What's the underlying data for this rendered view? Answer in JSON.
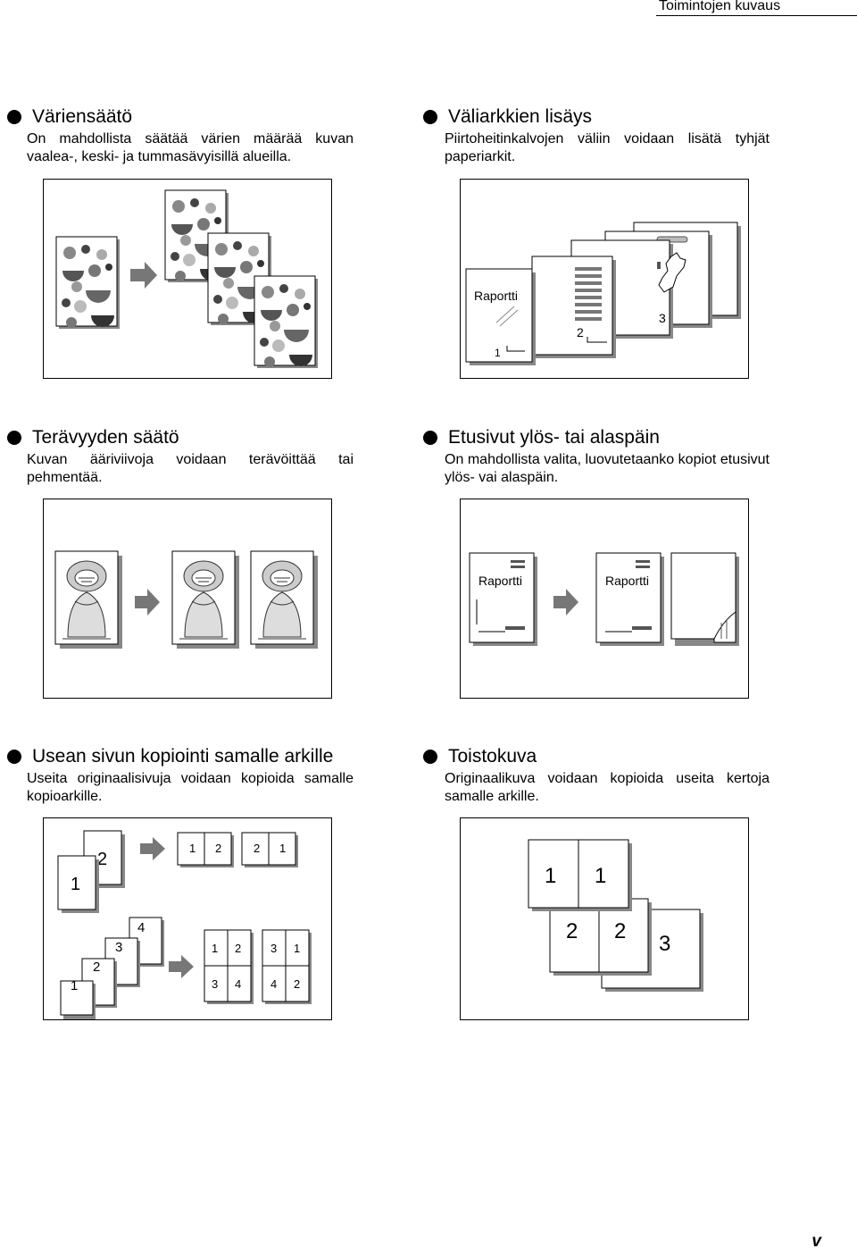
{
  "header": {
    "title": "Toimintojen kuvaus"
  },
  "sections": [
    {
      "title": "Väriensäätö",
      "text": "On mahdollista säätää värien määrää kuvan vaalea-, keski- ja tummasävyisillä alueilla."
    },
    {
      "title": "Väliarkkien lisäys",
      "text": "Piirtoheitinkalvojen väliin voidaan lisätä tyhjät paperiarkit."
    },
    {
      "title": "Terävyyden säätö",
      "text": "Kuvan ääriviivoja voidaan terävöittää tai pehmentää."
    },
    {
      "title": "Etusivut ylös- tai alaspäin",
      "text": "On mahdollista valita, luovutetaanko kopiot etusivut ylös- vai alaspäin."
    },
    {
      "title": "Usean sivun kopiointi samalle arkille",
      "text": "Useita originaalisivuja voidaan kopioida samalle kopioarkille."
    },
    {
      "title": "Toistokuva",
      "text": "Originaalikuva voidaan kopioida useita kertoja samalle arkille."
    }
  ],
  "figures": {
    "insert": {
      "doc_label": "Raportti",
      "page_numbers": [
        "1",
        "2",
        "3"
      ]
    },
    "face": {
      "doc_label": "Raportti"
    },
    "combine": {
      "two_originals": [
        "1",
        "2"
      ],
      "two_up_a": [
        "1",
        "2"
      ],
      "two_up_b": [
        "2",
        "1"
      ],
      "four_originals": [
        "1",
        "2",
        "3",
        "4"
      ],
      "four_up_a": [
        "1",
        "2",
        "3",
        "4"
      ],
      "four_up_b": [
        "3",
        "1",
        "4",
        "2"
      ]
    },
    "repeat": {
      "sheet1": [
        "1",
        "1"
      ],
      "sheet2": [
        "2",
        "2"
      ],
      "sheet3": [
        "3"
      ]
    }
  },
  "page_number": "v"
}
